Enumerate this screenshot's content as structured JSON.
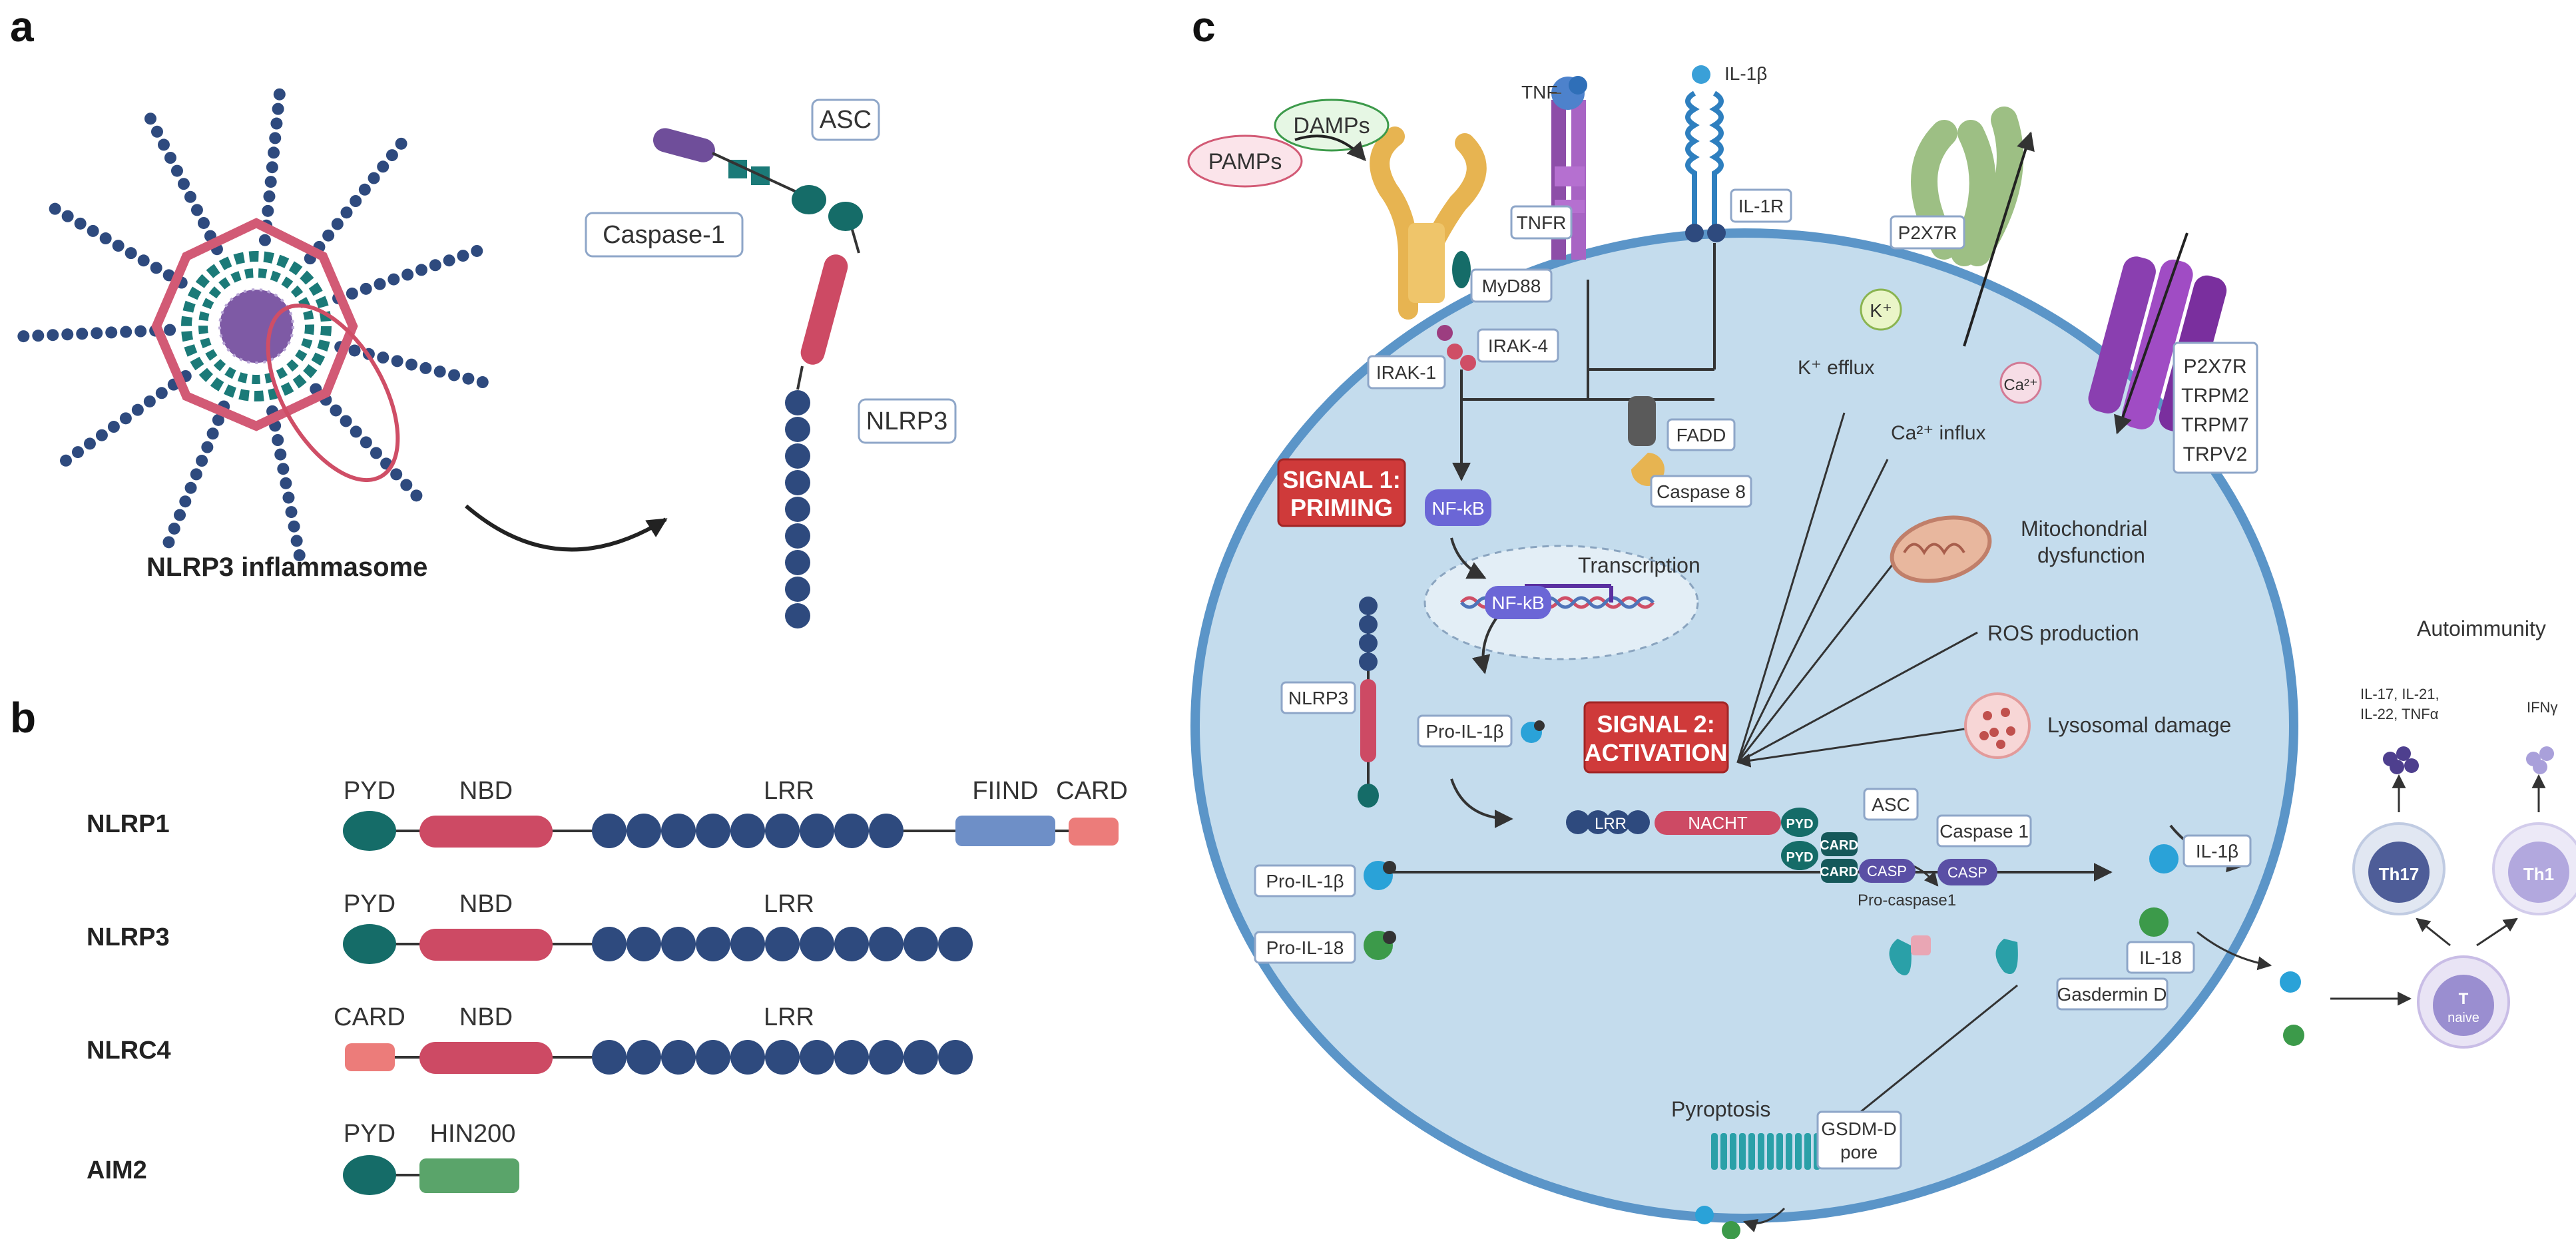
{
  "panels": {
    "a": "a",
    "b": "b",
    "c": "c"
  },
  "panel_a": {
    "inflammasome_label": "NLRP3 inflammasome",
    "callouts": {
      "asc": "ASC",
      "caspase1": "Caspase-1",
      "nlrp3": "NLRP3"
    }
  },
  "panel_b": {
    "rows": [
      {
        "name": "NLRP1",
        "domains": [
          "PYD",
          "NBD",
          "LRR",
          "FIIND",
          "CARD"
        ]
      },
      {
        "name": "NLRP3",
        "domains": [
          "PYD",
          "NBD",
          "LRR"
        ]
      },
      {
        "name": "NLRC4",
        "domains": [
          "CARD",
          "NBD",
          "LRR"
        ]
      },
      {
        "name": "AIM2",
        "domains": [
          "PYD",
          "HIN200"
        ]
      }
    ]
  },
  "panel_c": {
    "damps": "DAMPs",
    "pamps": "PAMPs",
    "tnf": "TNF",
    "il1b_top": "IL-1β",
    "tnfr": "TNFR",
    "il1r": "IL-1R",
    "p2x7r_top": "P2X7R",
    "myd88": "MyD88",
    "irak1": "IRAK-1",
    "irak4": "IRAK-4",
    "k_ion": "K⁺",
    "ca_ion": "Ca²⁺",
    "channels": [
      "P2X7R",
      "TRPM2",
      "TRPM7",
      "TRPV2"
    ],
    "k_efflux": "K⁺ efflux",
    "ca_influx": "Ca²⁺ influx",
    "fadd": "FADD",
    "caspase8": "Caspase 8",
    "signal1": [
      "SIGNAL 1:",
      "PRIMING"
    ],
    "nfkb": "NF-kB",
    "nfkb2": "NF-kB",
    "transcription": "Transcription",
    "mito": [
      "Mitochondrial",
      "dysfunction"
    ],
    "ros": "ROS production",
    "lyso": "Lysosomal damage",
    "nlrp3": "NLRP3",
    "pro_il1b_inner": "Pro-IL-1β",
    "signal2": [
      "SIGNAL 2:",
      "ACTIVATION"
    ],
    "lrr": "LRR",
    "nacht": "NACHT",
    "pyd": "PYD",
    "card": "CARD",
    "casp": "CASP",
    "asc": "ASC",
    "caspase1": "Caspase 1",
    "procaspase1": "Pro-caspase1",
    "pro_il1b": "Pro-IL-1β",
    "pro_il18": "Pro-IL-18",
    "il1b_out": "IL-1β",
    "il18_out": "IL-18",
    "gasdermin": "Gasdermin D",
    "pyroptosis": "Pyroptosis",
    "gsdmd_pore": [
      "GSDM-D",
      "pore"
    ],
    "autoimmunity": "Autoimmunity",
    "cyto_th17": [
      "IL-17, IL-21,",
      "IL-22, TNFα"
    ],
    "cyto_th1": "IFNγ",
    "th17": "Th17",
    "th1": "Th1",
    "tnaive": [
      "T",
      "naive"
    ]
  }
}
